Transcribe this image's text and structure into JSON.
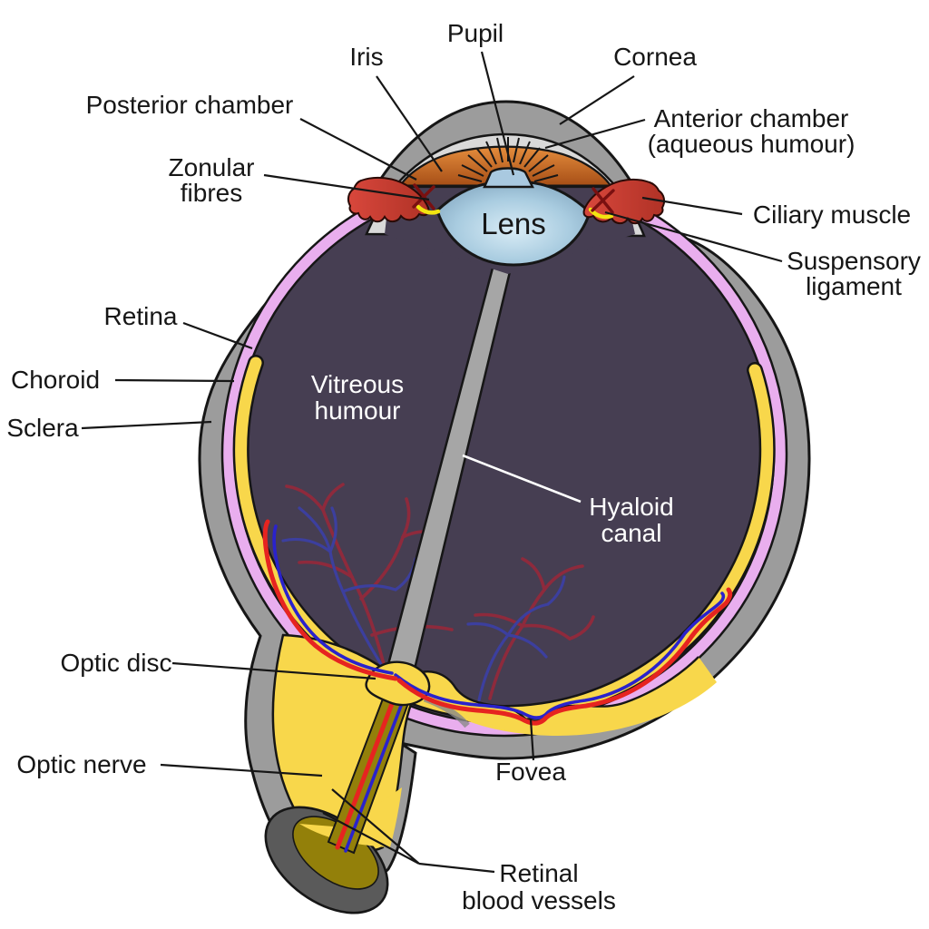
{
  "labels": {
    "pupil": "Pupil",
    "iris": "Iris",
    "cornea": "Cornea",
    "posterior_chamber": "Posterior chamber",
    "anterior_chamber_1": "Anterior chamber",
    "anterior_chamber_2": "(aqueous humour)",
    "zonular_1": "Zonular",
    "zonular_2": "fibres",
    "ciliary_muscle": "Ciliary muscle",
    "suspensory_1": "Suspensory",
    "suspensory_2": "ligament",
    "retina": "Retina",
    "choroid": "Choroid",
    "sclera": "Sclera",
    "vitreous_1": "Vitreous",
    "vitreous_2": "humour",
    "hyaloid_1": "Hyaloid",
    "hyaloid_2": "canal",
    "lens": "Lens",
    "optic_disc": "Optic disc",
    "optic_nerve": "Optic nerve",
    "fovea": "Fovea",
    "retinal_1": "Retinal",
    "retinal_2": "blood vessels"
  },
  "colors": {
    "sclera": "#9c9c9c",
    "sclera_cut": "#5a5a5a",
    "cornea_fill": "#d9d9d9",
    "choroid": "#e9aeee",
    "retina_yellow": "#f8d74b",
    "vitreous": "#463e52",
    "canal_gray": "#a6a6a6",
    "olive": "#93800a",
    "lens_light": "#d9ecf6",
    "lens_mid": "#a9cce0",
    "lens_edge": "#7fa3bd",
    "lens_bump": "#a9c9e0",
    "iris_light": "#e78f3e",
    "iris_dark": "#9c4410",
    "ciliary_red": "#d8473c",
    "x_red": "#7a1010",
    "zonule_yellow": "#f2e411",
    "vessel_red": "#e62420",
    "vessel_blue": "#2a22cc",
    "tree_red": "#8e2a3c",
    "tree_blue": "#3c3f9e",
    "ink": "#161616",
    "background": "#ffffff"
  }
}
